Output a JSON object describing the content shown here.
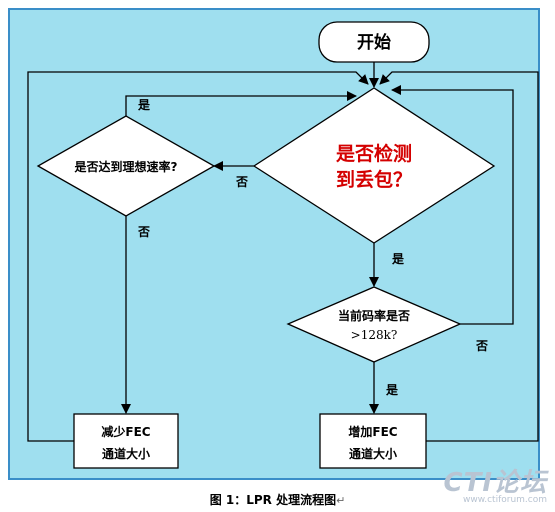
{
  "nodes": {
    "start": "开始",
    "check_loss_line1": "是否检测",
    "check_loss_line2": "到丢包？",
    "check_rate": "是否达到理想速率?",
    "check_bitrate_line1": "当前码率是否",
    "check_bitrate_line2": ">128k?",
    "reduce_fec_line1": "减少FEC",
    "reduce_fec_line2": "通道大小",
    "increase_fec_line1": "增加FEC",
    "increase_fec_line2": "通道大小"
  },
  "edge_labels": {
    "loss_no": "否",
    "loss_yes": "是",
    "rate_yes": "是",
    "rate_no": "否",
    "bitrate_yes": "是",
    "bitrate_no": "否"
  },
  "caption": {
    "text": "图 1：LPR 处理流程图",
    "return_mark": "↵"
  },
  "watermark": {
    "logo": "CTI论坛",
    "url": "www.ctiforum.com"
  },
  "colors": {
    "background": "#9fdfef",
    "border": "#3a8ec8",
    "line": "#000000",
    "highlight_text": "#d40000"
  }
}
